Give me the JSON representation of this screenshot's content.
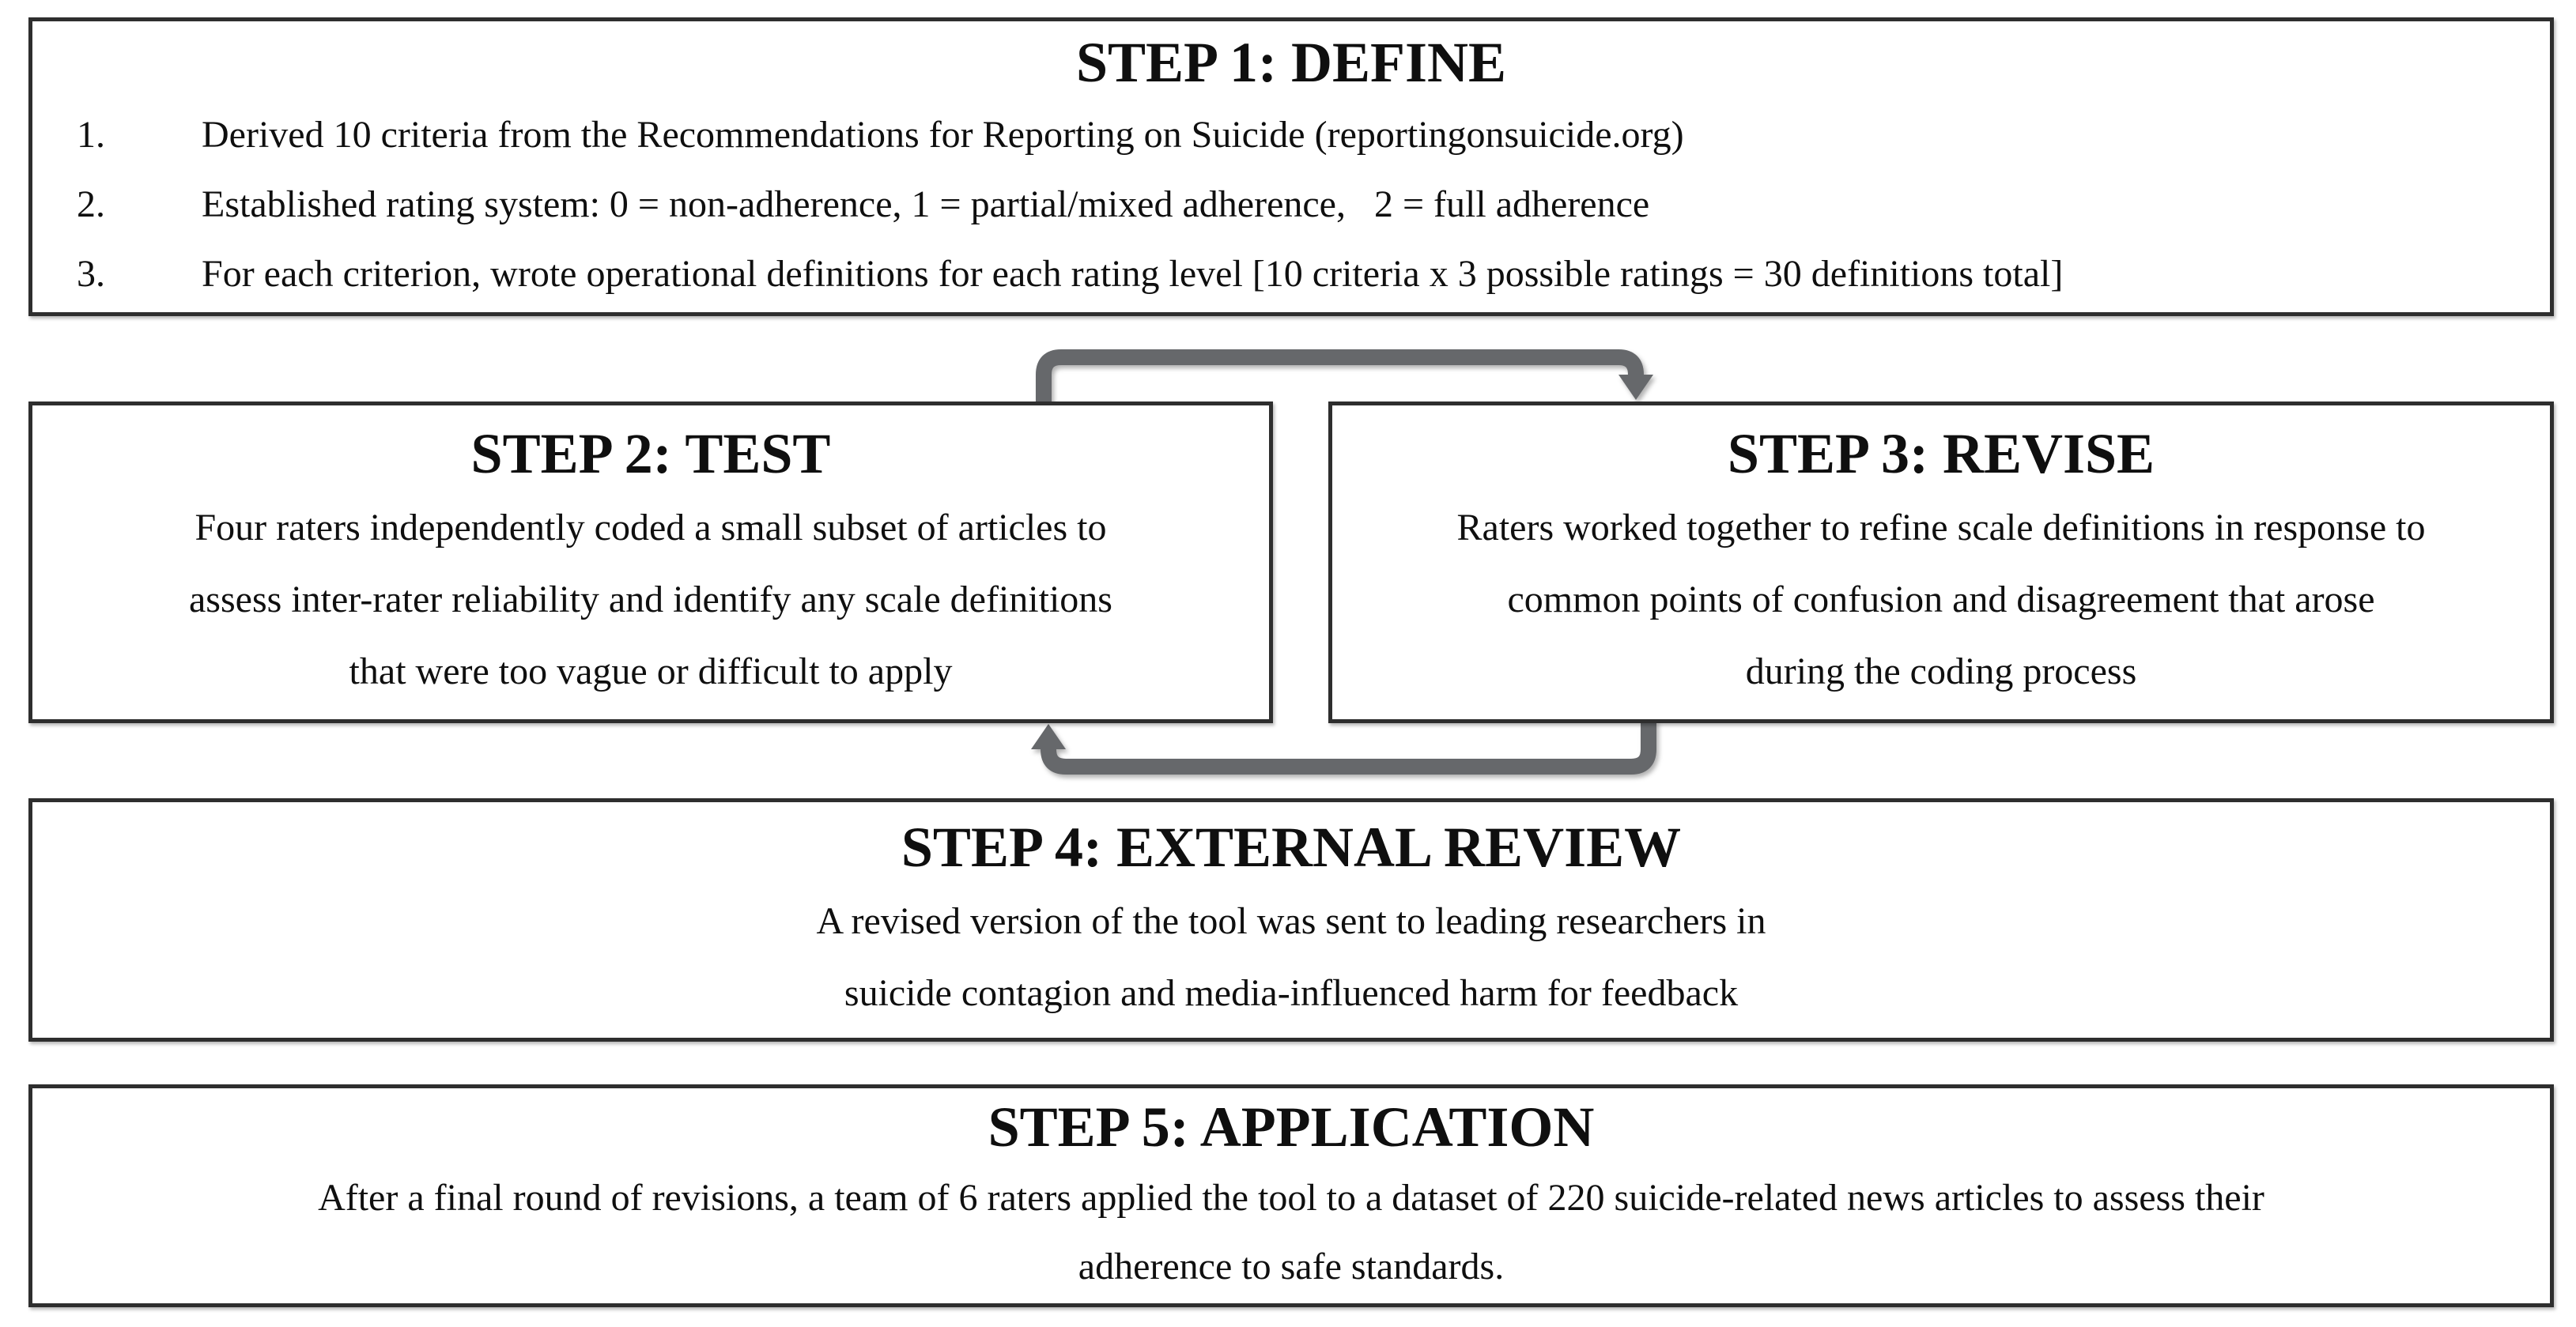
{
  "figure": {
    "background": "#ffffff",
    "border_color": "#2e2e2e",
    "text_color": "#0f0f0f",
    "arrow_color": "#66686b"
  },
  "steps": {
    "step1": {
      "title": "STEP 1: DEFINE",
      "items": [
        {
          "number": "1.",
          "text": "Derived 10 criteria from the Recommendations for Reporting on Suicide (reportingonsuicide.org)"
        },
        {
          "number": "2.",
          "text": "Established rating system: 0 = non-adherence, 1 = partial/mixed adherence,   2 = full adherence"
        },
        {
          "number": "3.",
          "text": "For each criterion, wrote operational definitions for each rating level [10 criteria x 3 possible ratings = 30 definitions total]"
        }
      ]
    },
    "step2": {
      "title": "STEP 2: TEST",
      "body_lines": [
        "Four raters independently coded a small subset of articles to",
        "assess inter-rater reliability and identify any scale definitions",
        "that were too vague or difficult to apply"
      ]
    },
    "step3": {
      "title": "STEP 3: REVISE",
      "body_lines": [
        "Raters worked together to refine scale definitions in response to",
        "common points of confusion and disagreement that arose",
        "during the coding process"
      ]
    },
    "step4": {
      "title": "STEP 4: EXTERNAL REVIEW",
      "body_lines": [
        "A revised version of the tool was sent to leading researchers in",
        "suicide contagion and media-influenced harm for feedback"
      ]
    },
    "step5": {
      "title": "STEP 5: APPLICATION",
      "body_lines": [
        "After a final round of revisions, a team of 6 raters applied the tool to a dataset of 220 suicide-related news articles to assess their",
        "adherence to safe standards."
      ]
    }
  },
  "arrows": {
    "top": "loop-arrow-step2-to-step3",
    "bottom": "loop-arrow-step3-to-step2"
  }
}
